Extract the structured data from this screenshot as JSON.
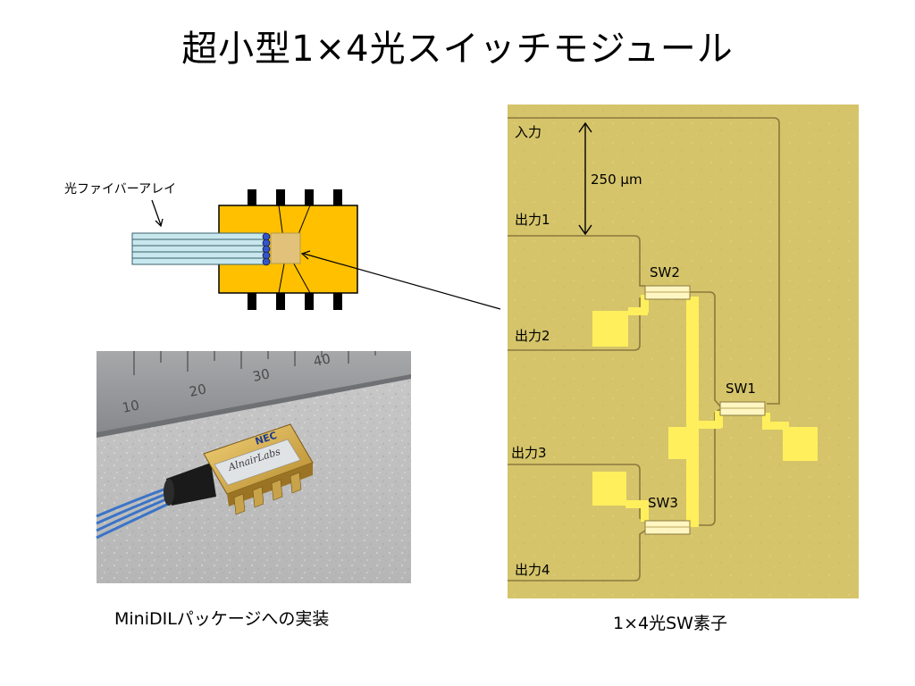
{
  "title": "超小型1×4光スイッチモジュール",
  "captions": {
    "package": "MiniDILパッケージへの実装",
    "element": "1×4光SW素子"
  },
  "schematic": {
    "fiber_label": "光ファイバーアレイ"
  },
  "photo": {
    "ruler_numbers": [
      "10",
      "20",
      "30",
      "40"
    ],
    "brand": "NEC",
    "logo_text": "AlnairLabs"
  },
  "micrograph": {
    "input_label": "入力",
    "outputs": [
      "出力1",
      "出力2",
      "出力3",
      "出力4"
    ],
    "switches": [
      "SW1",
      "SW2",
      "SW3"
    ],
    "scale_label": "250 µm"
  },
  "colors": {
    "package_body": "#ffc000",
    "fiber": "#c9e7ee",
    "fiber_core": "#3355cc",
    "chip_background": "#d5c46a",
    "electrode": "#ffef5c"
  }
}
